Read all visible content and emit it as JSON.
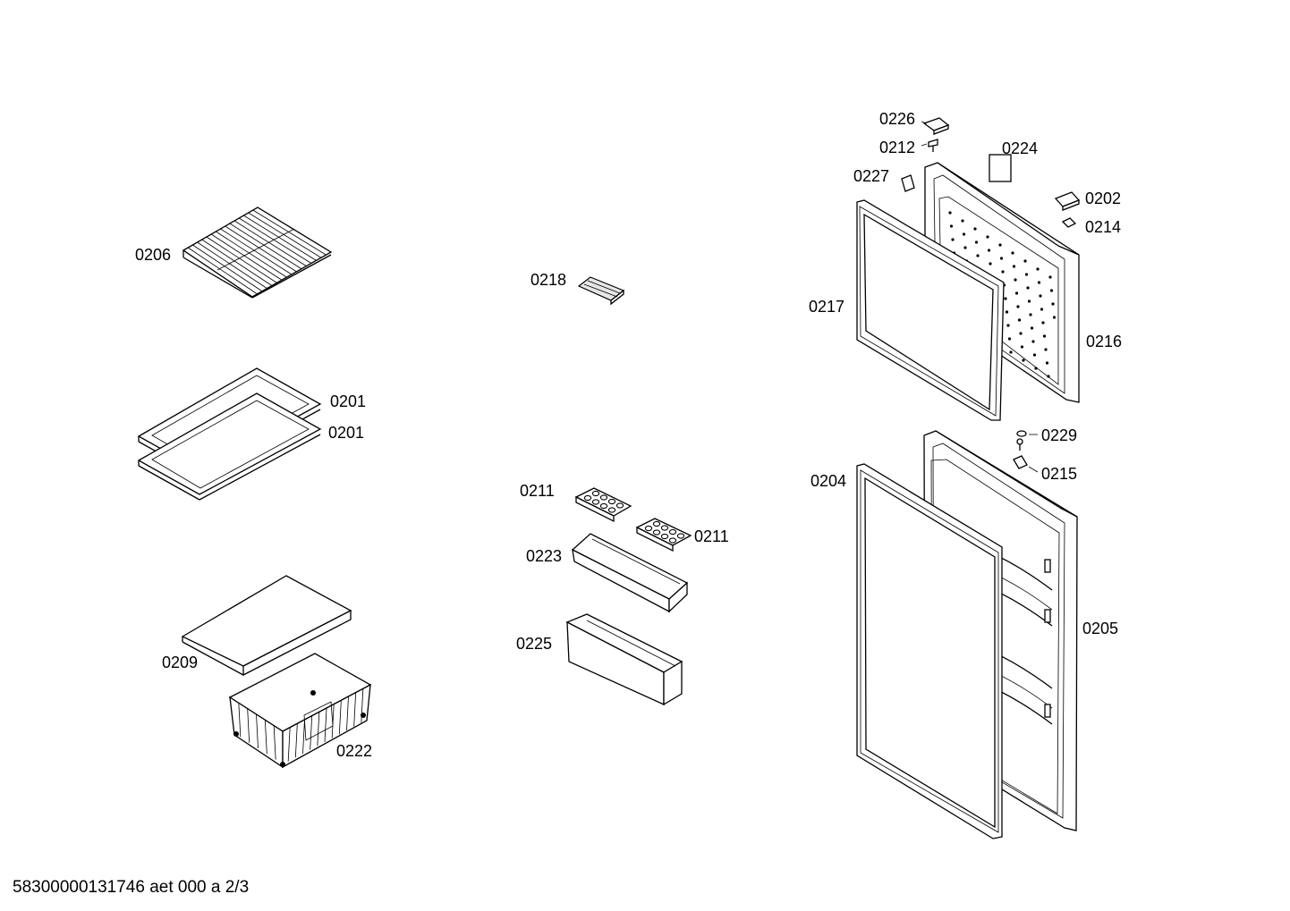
{
  "footer_text": "58300000131746 aet 000 a 2/3",
  "callouts": {
    "p0206": "0206",
    "p0201a": "0201",
    "p0201b": "0201",
    "p0209": "0209",
    "p0222": "0222",
    "p0218": "0218",
    "p0211a": "0211",
    "p0211b": "0211",
    "p0223": "0223",
    "p0225": "0225",
    "p0226": "0226",
    "p0212": "0212",
    "p0224": "0224",
    "p0227": "0227",
    "p0202": "0202",
    "p0214": "0214",
    "p0217": "0217",
    "p0216": "0216",
    "p0229": "0229",
    "p0215": "0215",
    "p0204": "0204",
    "p0205": "0205"
  }
}
